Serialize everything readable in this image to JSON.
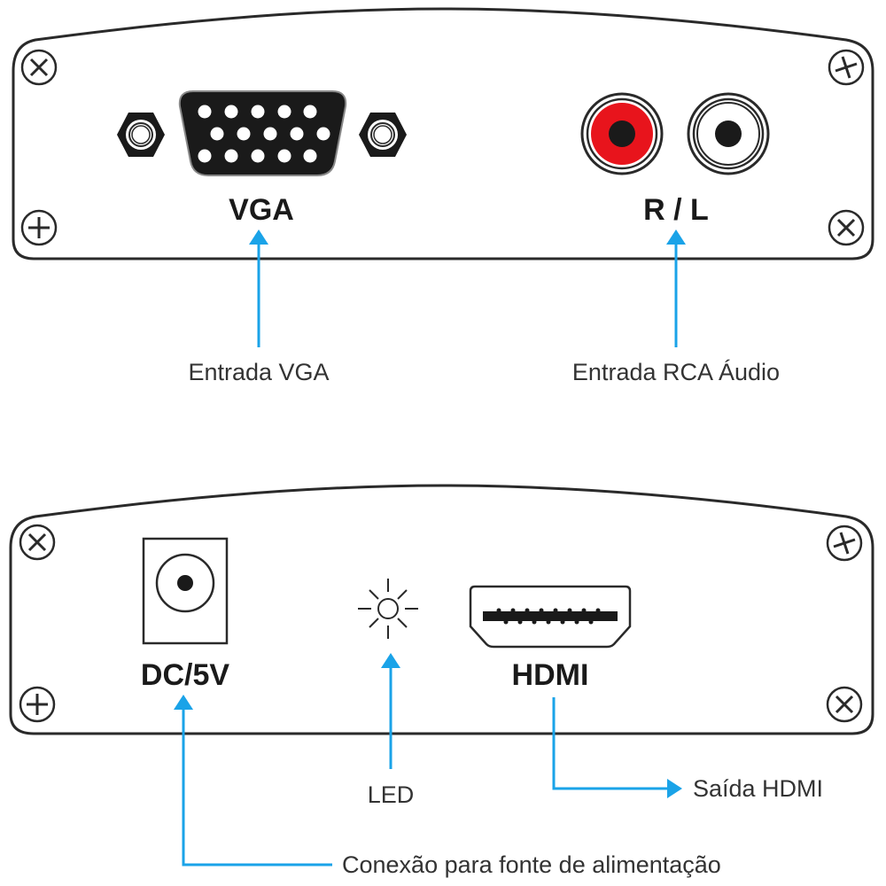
{
  "colors": {
    "outline": "#2a2a2a",
    "callout_line": "#1aa3e8",
    "rca_right": "#e8141c",
    "rca_left": "#ffffff",
    "port_fill": "#1a1a1a"
  },
  "top_panel": {
    "name": "input-panel",
    "ports": [
      {
        "id": "vga",
        "label": "VGA",
        "icon": "vga-port-icon"
      },
      {
        "id": "rca",
        "label": "R / L",
        "icon": "rca-audio-jacks-icon"
      }
    ],
    "callouts": [
      {
        "id": "vga",
        "text": "Entrada VGA"
      },
      {
        "id": "rca",
        "text": "Entrada RCA Áudio"
      }
    ]
  },
  "bottom_panel": {
    "name": "output-panel",
    "ports": [
      {
        "id": "dc",
        "label": "DC/5V",
        "icon": "dc-power-jack-icon"
      },
      {
        "id": "led",
        "label": "",
        "icon": "led-indicator-icon"
      },
      {
        "id": "hdmi",
        "label": "HDMI",
        "icon": "hdmi-port-icon"
      }
    ],
    "callouts": [
      {
        "id": "led",
        "text": "LED"
      },
      {
        "id": "hdmi",
        "text": "Saída HDMI"
      },
      {
        "id": "dc",
        "text": "Conexão para fonte de alimentação"
      }
    ]
  }
}
